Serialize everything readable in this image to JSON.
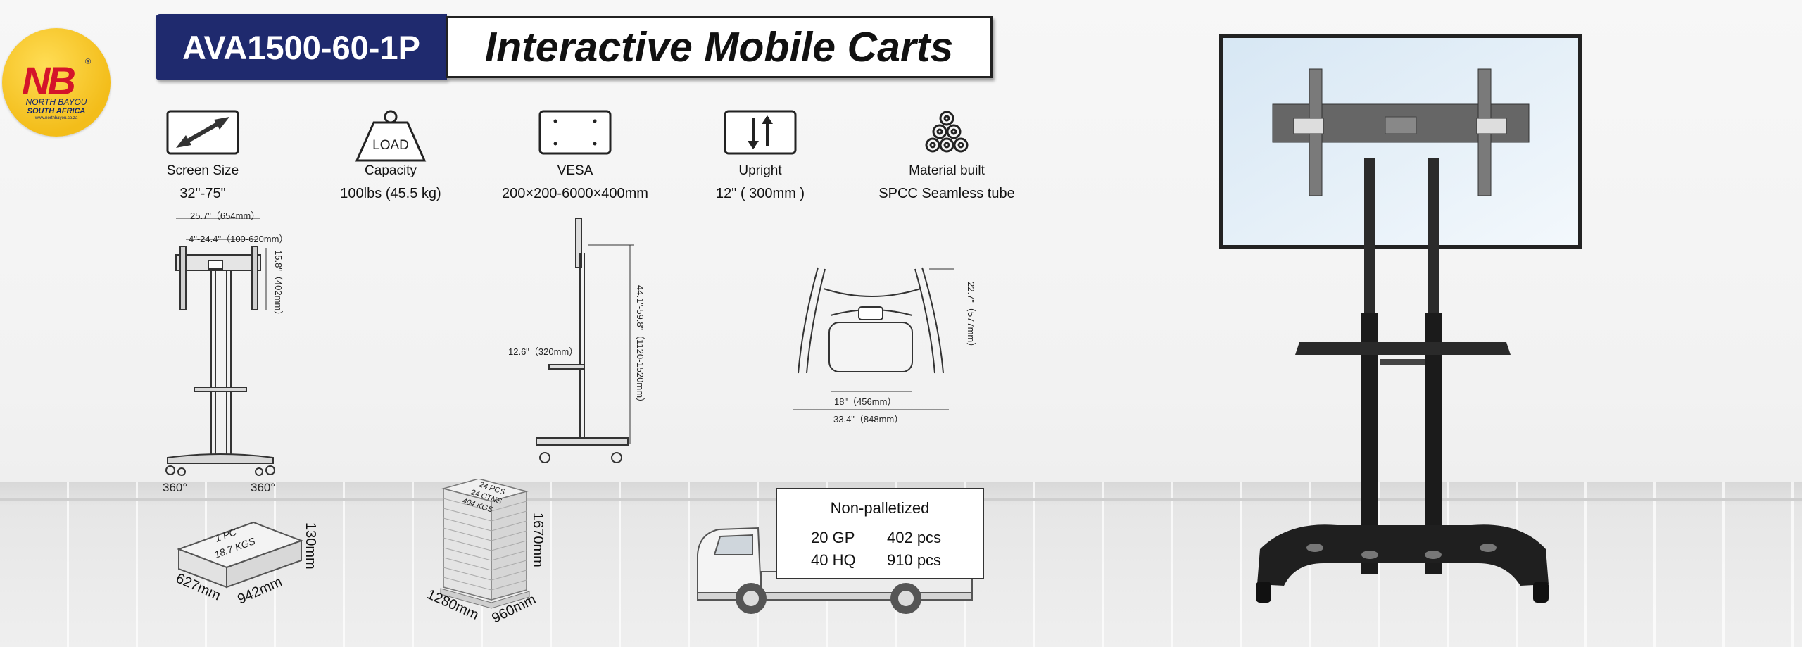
{
  "brand": {
    "logo_mark": "NB",
    "logo_name": "NORTH BAYOU",
    "logo_region": "SOUTH AFRICA",
    "logo_url": "www.northbayou.co.za"
  },
  "header": {
    "model": "AVA1500-60-1P",
    "title": "Interactive Mobile Carts"
  },
  "specs": [
    {
      "icon": "diagonal-arrow-icon",
      "label": "Screen Size",
      "value": "32\"-75\""
    },
    {
      "icon": "weight-icon",
      "icon_text": "LOAD",
      "label": "Capacity",
      "value": "100lbs (45.5 kg)"
    },
    {
      "icon": "vesa-plate-icon",
      "label": "VESA",
      "value": "200×200-6000×400mm"
    },
    {
      "icon": "updown-arrows-icon",
      "label": "Upright",
      "value": "12\" ( 300mm )"
    },
    {
      "icon": "tube-stack-icon",
      "label": "Material built",
      "value": "SPCC Seamless tube"
    }
  ],
  "dimensions": {
    "front_width": "25.7\"（654mm）",
    "front_vesa": "4\"-24.4\"（100-620mm）",
    "front_bracket_height": "15.8\"（402mm）",
    "caster_left": "360°",
    "caster_right": "360°",
    "side_height": "44.1\"-59.8\"（1120-1520mm）",
    "side_shelf": "12.6\"（320mm）",
    "top_depth": "22.7\"（577mm）",
    "top_inner": "18\"（456mm）",
    "top_outer": "33.4\"（848mm）"
  },
  "packaging": {
    "single": {
      "count": "1 PC",
      "weight": "18.7 KGS",
      "height": "130mm",
      "depth": "627mm",
      "width": "942mm"
    },
    "pallet": {
      "pcs": "24 PCS",
      "ctns": "24 CTNS",
      "weight": "404 KGS",
      "height": "1670mm",
      "depth": "1280mm",
      "width": "960mm"
    }
  },
  "shipping": {
    "heading": "Non-palletized",
    "rows": [
      {
        "container": "20 GP",
        "qty": "402 pcs"
      },
      {
        "container": "40 HQ",
        "qty": "910 pcs"
      }
    ]
  },
  "colors": {
    "brand_navy": "#1f2a6e",
    "logo_yellow": "#f3bd1a",
    "logo_red": "#d4142a"
  }
}
